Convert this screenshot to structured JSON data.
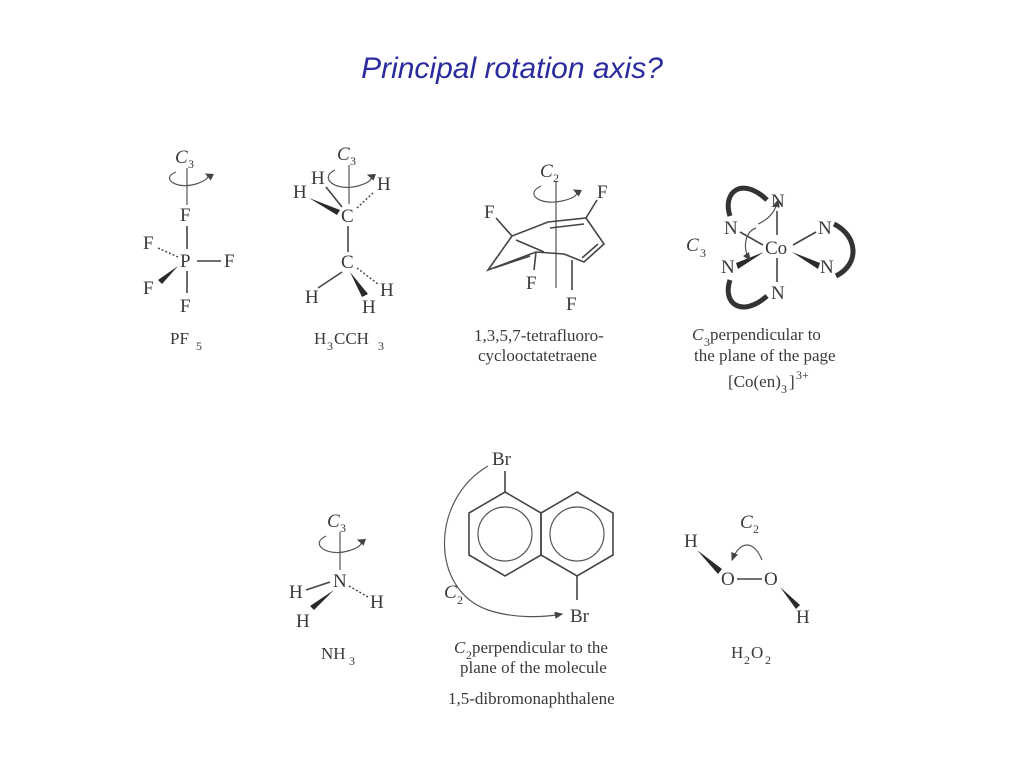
{
  "title": "Principal rotation axis?",
  "molecules": {
    "pf5": {
      "axis": "C",
      "axis_sub": "3",
      "atoms": {
        "center": "P",
        "f": "F"
      },
      "name": "PF",
      "name_sub": "5"
    },
    "ethane": {
      "axis": "C",
      "axis_sub": "3",
      "atoms": {
        "c": "C",
        "h": "H"
      },
      "name_a": "H",
      "name_sub1": "3",
      "name_b": "CCH",
      "name_sub2": "3"
    },
    "cot": {
      "axis": "C",
      "axis_sub": "2",
      "atoms": {
        "f": "F"
      },
      "name_line1": "1,3,5,7-tetrafluoro-",
      "name_line2": "cyclooctatetraene"
    },
    "coen": {
      "axis": "C",
      "axis_sub": "3",
      "atoms": {
        "n": "N",
        "co": "Co"
      },
      "caption_axis": "C",
      "caption_axis_sub": "3",
      "caption_line1": " perpendicular to",
      "caption_line2": "the plane of the page",
      "formula_a": "[Co(en)",
      "formula_sub": "3",
      "formula_b": "]",
      "formula_sup": "3+"
    },
    "nh3": {
      "axis": "C",
      "axis_sub": "3",
      "atoms": {
        "n": "N",
        "h": "H"
      },
      "name": "NH",
      "name_sub": "3"
    },
    "dibromonaphthalene": {
      "axis": "C",
      "axis_sub": "2",
      "atoms": {
        "br": "Br"
      },
      "caption_axis": "C",
      "caption_axis_sub": "2",
      "caption_line1": " perpendicular to the",
      "caption_line2": "plane of the molecule",
      "name": "1,5-dibromonaphthalene"
    },
    "h2o2": {
      "axis": "C",
      "axis_sub": "2",
      "atoms": {
        "o": "O",
        "h": "H"
      },
      "name_a": "H",
      "name_sub1": "2",
      "name_b": "O",
      "name_sub2": "2"
    }
  }
}
